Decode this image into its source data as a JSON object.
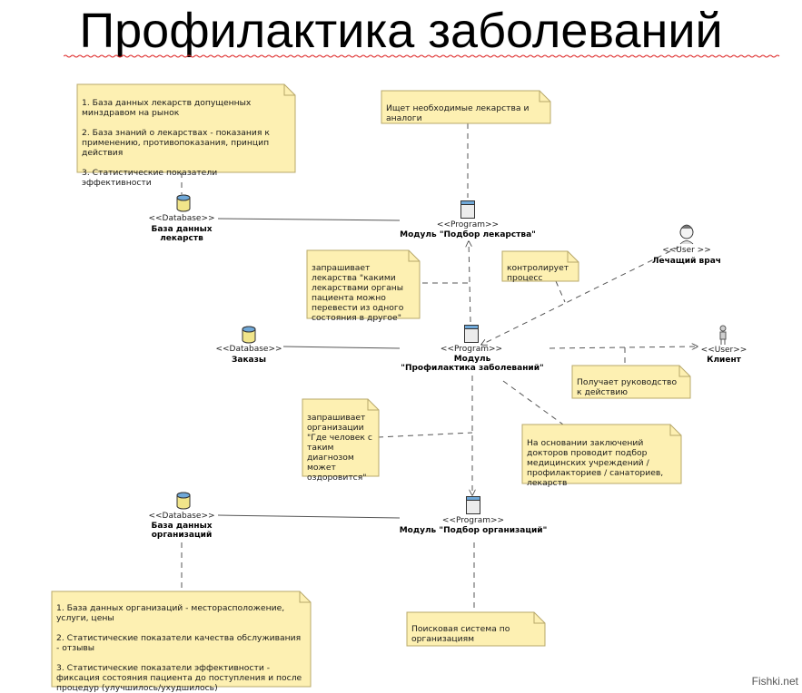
{
  "title": "Профилактика заболеваний",
  "elements": {
    "db_drugs": {
      "stereotype": "<<Database>>",
      "name": "База данных\nлекарств"
    },
    "db_orders": {
      "stereotype": "<<Database>>",
      "name": "Заказы"
    },
    "db_orgs": {
      "stereotype": "<<Database>>",
      "name": "База данных\nорганизаций"
    },
    "prog_drugs": {
      "stereotype": "<<Program>>",
      "name": "Модуль \"Подбор лекарства\""
    },
    "prog_main": {
      "stereotype": "<<Program>>",
      "name": "Модуль\n\"Профилактика заболеваний\""
    },
    "prog_orgs": {
      "stereotype": "<<Program>>",
      "name": "Модуль \"Подбор организаций\""
    },
    "user_doctor": {
      "stereotype": "<<User >>",
      "name": "Лечащий врач"
    },
    "user_client": {
      "stereotype": "<<User>>",
      "name": "Клиент"
    }
  },
  "notes": {
    "drugs_db": "1. База данных лекарств допущенных минздравом на рынок\n\n2. База знаний о лекарствах - показания к применению, противопоказания, принцип действия\n\n3. Статистические показатели эффективности",
    "drugs_search": "Ищет необходимые лекарства и аналоги",
    "asks_drugs": "запрашивает лекарства \"какими лекарствами органы пациента можно перевести из одного состояния в другое\"",
    "controls": "контролирует процесс",
    "guidance": "Получает руководство к действию",
    "asks_orgs": "запрашивает организации \"Где человек с таким диагнозом может оздоровится\"",
    "conclusions": "На основании заключений докторов проводит подбор медицинских учреждений / профилакториев / санаториев, лекарств",
    "orgs_db": "1. База данных организаций - месторасположение, услуги, цены\n\n2. Статистические показатели качества обслуживания - отзывы\n\n3. Статистические показатели эффективности - фиксация состояния пациента до поступления и после процедур (улучшилось/ухудшилось)",
    "search_system": "Поисковая система по организациям"
  },
  "watermark": "Fishki.net",
  "colors": {
    "note_fill": "#fdf0b2",
    "note_border": "#b8a86a",
    "db_fill": "#f1e58a",
    "line": "#555555"
  }
}
